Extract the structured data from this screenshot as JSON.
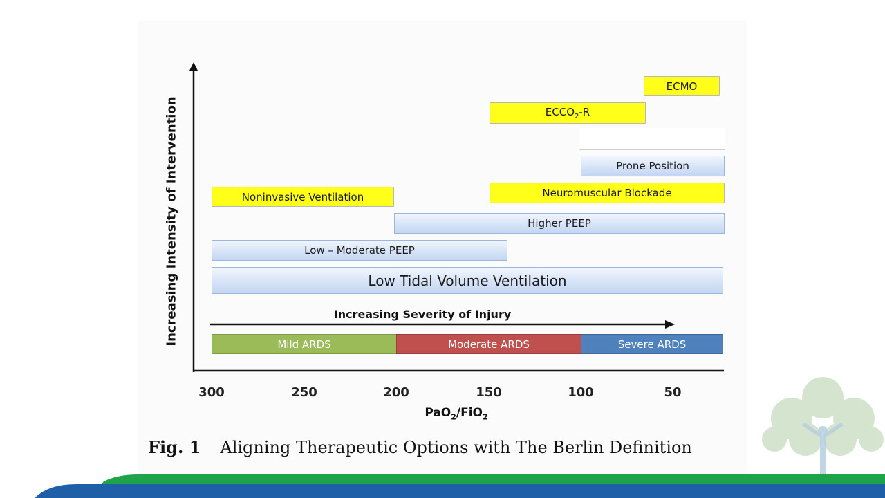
{
  "figure": {
    "y_axis_label": "Increasing Intensity of Intervention",
    "x_axis_label": "PaO2/FiO2",
    "x_axis_label_parts": {
      "a": "PaO",
      "a_sub": "2",
      "b": "/FiO",
      "b_sub": "2"
    },
    "x_ticks": [
      "300",
      "250",
      "200",
      "150",
      "100",
      "50"
    ],
    "severity_arrow_label": "Increasing Severity of Injury",
    "severity_bands": [
      {
        "label": "Mild ARDS",
        "color": "#9bbb59"
      },
      {
        "label": "Moderate ARDS",
        "color": "#c0504d"
      },
      {
        "label": "Severe ARDS",
        "color": "#4f81bd"
      }
    ],
    "interventions": {
      "ecmo": "ECMO",
      "eccor": {
        "main": "ECCO",
        "sub": "2",
        "tail": "-R"
      },
      "prone_position": "Prone Position",
      "noninvasive_ventilation": "Noninvasive Ventilation",
      "neuromuscular_blockade": "Neuromuscular Blockade",
      "higher_peep": "Higher PEEP",
      "low_moderate_peep": "Low – Moderate PEEP",
      "low_tidal_volume": "Low Tidal Volume Ventilation"
    },
    "caption_label": "Fig. 1",
    "caption_text": "Aligning Therapeutic Options with The Berlin Definition"
  },
  "colors": {
    "intervention_yellow": "#ffff1a",
    "intervention_blue": "#d6e3f7",
    "footer_green": "#1fa34a",
    "footer_blue": "#1f5fa8"
  },
  "decorations": {
    "watermark": "tree-of-life-watermark-icon"
  }
}
